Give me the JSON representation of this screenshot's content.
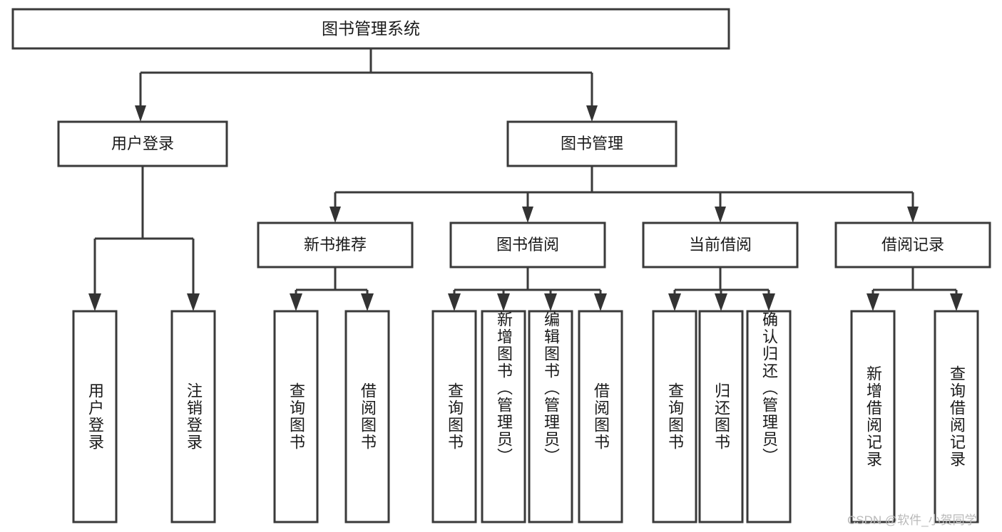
{
  "diagram": {
    "type": "tree-hierarchy",
    "title": "图书管理系统",
    "watermark": "CSDN @软件_小贺同学",
    "colors": {
      "stroke": "#3a3a3a",
      "fill": "#ffffff",
      "text": "#1a1a1a",
      "watermark": "#b9b9b9"
    },
    "levels": {
      "root": {
        "label": "图书管理系统"
      },
      "level2": [
        {
          "label": "用户登录"
        },
        {
          "label": "图书管理"
        }
      ],
      "level3": [
        {
          "label": "新书推荐"
        },
        {
          "label": "图书借阅"
        },
        {
          "label": "当前借阅"
        },
        {
          "label": "借阅记录"
        }
      ]
    },
    "leaves": {
      "user_login": [
        {
          "label": "用户登录"
        },
        {
          "label": "注销登录"
        }
      ],
      "new_book_recommend": [
        {
          "label": "查询图书"
        },
        {
          "label": "借阅图书"
        }
      ],
      "book_borrow": [
        {
          "label": "查询图书"
        },
        {
          "label": "新增图书（管理员）"
        },
        {
          "label": "编辑图书（管理员）"
        },
        {
          "label": "借阅图书"
        }
      ],
      "current_borrow": [
        {
          "label": "查询图书"
        },
        {
          "label": "归还图书"
        },
        {
          "label": "确认归还（管理员）"
        }
      ],
      "borrow_record": [
        {
          "label": "新增借阅记录"
        },
        {
          "label": "查询借阅记录"
        }
      ]
    }
  }
}
